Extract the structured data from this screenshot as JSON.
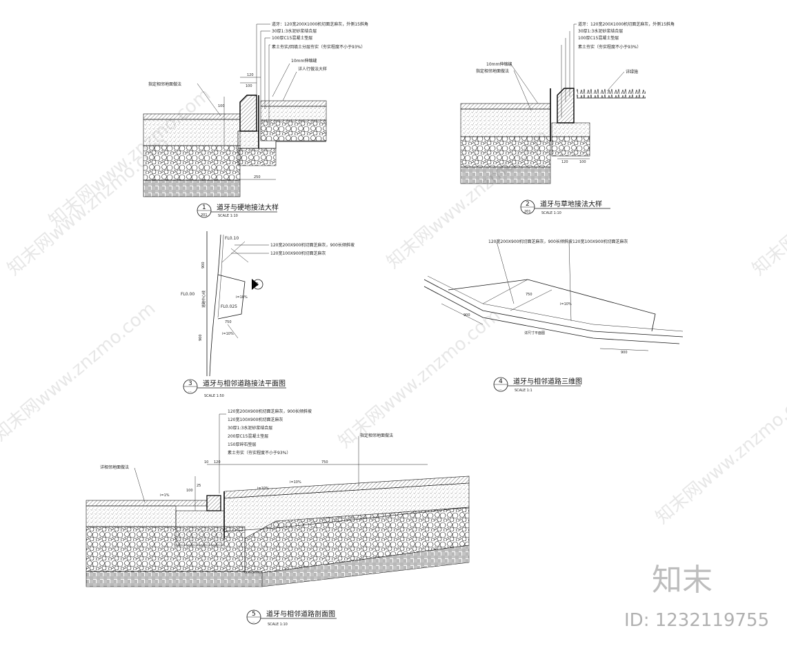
{
  "watermarks": {
    "text": "知末网www.znzmo.com",
    "brand": "知末",
    "id_label": "ID: 1232119755"
  },
  "detail1": {
    "number": "1",
    "sheet": "201",
    "title": "道牙与硬地接法大样",
    "scale": "SCALE 1:10",
    "notes": [
      "道牙：120宽200X1000机切面芝麻灰，外侧15斜角",
      "30厚1:3水泥砂浆结合层",
      "100厚C15混凝土垫层",
      "素土夯实/回填土分层夯实（夯实程度不小于93%）"
    ],
    "left_note": "指定相邻地面做法",
    "joint_note": "10mm伸缩缝",
    "right_note": "详人行做法大样",
    "dims": [
      "120",
      "100",
      "100",
      "250"
    ]
  },
  "detail2": {
    "number": "2",
    "sheet": "201",
    "title": "道牙与草地接法大样",
    "scale": "SCALE 1:10",
    "notes": [
      "道牙：120宽200X1000机切面芝麻灰，外侧15斜角",
      "30厚1:3水泥砂浆结合层",
      "100厚C15混凝土垫层",
      "素土夯实（夯实程度不小于93%）"
    ],
    "joint_note": "10mm伸缩缝",
    "left_note": "指定相邻地面做法",
    "right_note": "详绿施",
    "dims": [
      "120",
      "100"
    ]
  },
  "detail3": {
    "number": "3",
    "sheet": "...",
    "title": "道牙与相邻道路接法平面图",
    "scale": "SCALE 1:50",
    "notes": [
      "120宽200X900机切面芝麻灰，900长倾斜坡",
      "120宽100X900机切面芝麻灰"
    ],
    "levels": [
      "FL0.10",
      "FL0.00",
      "FL0.025"
    ],
    "slopes": [
      "i=10%",
      "i=10%"
    ],
    "dims": [
      "900",
      "900",
      "750"
    ],
    "side_label": "道路中心线",
    "section_mark": "5"
  },
  "detail4": {
    "number": "4",
    "sheet": "...",
    "title": "道牙与相邻道路三维图",
    "scale": "SCALE 1:1",
    "notes": [
      "120宽200X900机切面芝麻灰，900长倾斜坡",
      "120宽100X900机切面芝麻灰"
    ],
    "dims": [
      "900",
      "750",
      "900"
    ],
    "slope": "i=10%",
    "road_label": "详尺寸平面图"
  },
  "detail5": {
    "number": "5",
    "sheet": "...",
    "title": "道牙与相邻道路剖面图",
    "scale": "SCALE 1:10",
    "notes": [
      "120宽200X900机切面芝麻灰，900长倾斜坡",
      "120宽100X900机切面芝麻灰",
      "30厚1:3水泥砂浆结合层",
      "200厚C15混凝土垫层",
      "150厚碎石垫层",
      "素土夯实（夯实程度不小于93%）"
    ],
    "left_note": "详相邻地面做法",
    "right_note": "指定相邻地面做法",
    "slopes": [
      "i=1%",
      "i=10%",
      "i=10%"
    ],
    "dims": [
      "10",
      "120",
      "750",
      "100",
      "25"
    ]
  }
}
